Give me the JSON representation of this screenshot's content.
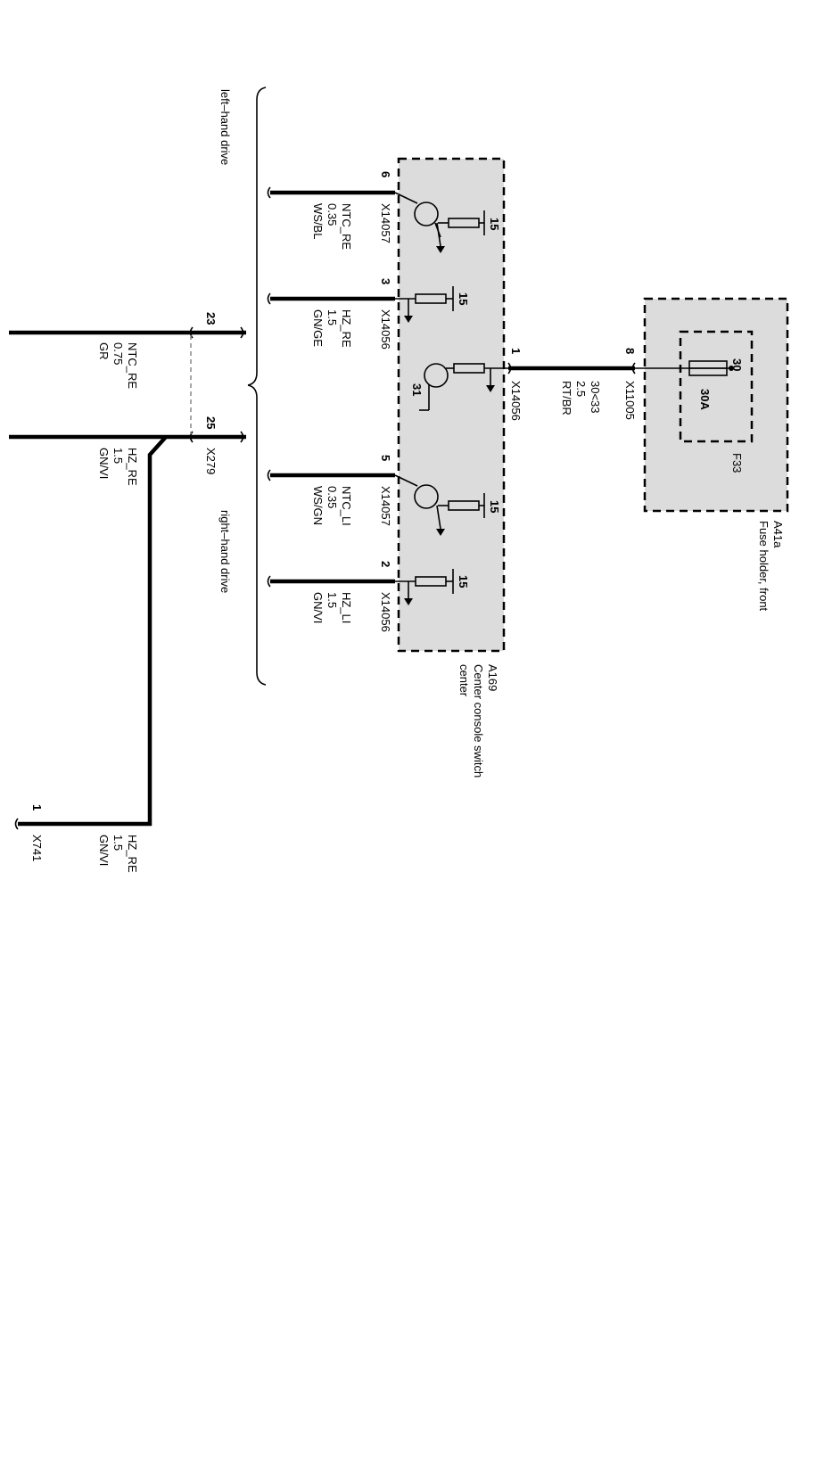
{
  "colors": {
    "module_fill": "#dcdcdc",
    "wire": "#000000",
    "background": "#ffffff",
    "dashed_link": "#888888"
  },
  "annotations": {
    "left_hand_drive": "left–hand drive",
    "right_hand_drive": "right–hand drive"
  },
  "modules": {
    "a169": {
      "id": "A169",
      "name_line1": "Center console switch",
      "name_line2": "center"
    },
    "a41a": {
      "id": "A41a",
      "name": "Fuse holder, front"
    }
  },
  "fuse": {
    "id": "F33",
    "rating": "30A",
    "terminal": "30"
  },
  "ground_terminal": "31",
  "terminal_15": "15",
  "wires": {
    "w6": {
      "pin": "6",
      "connector": "X14057",
      "signal": "NTC_RE",
      "gauge": "0.35",
      "color": "WS/BL"
    },
    "w3": {
      "pin": "3",
      "connector": "X14056",
      "signal": "HZ_RE",
      "gauge": "1.5",
      "color": "GN/GE"
    },
    "w1": {
      "pin": "1",
      "connector": "X14056",
      "signal": "30<33",
      "gauge": "2.5",
      "color": "RT/BR"
    },
    "w8": {
      "pin": "8",
      "connector": "X11005"
    },
    "w5": {
      "pin": "5",
      "connector": "X14057",
      "signal": "NTC_LI",
      "gauge": "0.35",
      "color": "WS/GN"
    },
    "w2": {
      "pin": "2",
      "connector": "X14056",
      "signal": "HZ_LI",
      "gauge": "1.5",
      "color": "GN/VI"
    }
  },
  "x279": {
    "connector": "X279",
    "pin23": "23",
    "pin25": "25",
    "wire23": {
      "signal": "NTC_RE",
      "gauge": "0.75",
      "color": "GR"
    },
    "wire25": {
      "signal": "HZ_RE",
      "gauge": "1.5",
      "color": "GN/VI"
    }
  },
  "x741": {
    "pin": "1",
    "connector": "X741",
    "signal": "HZ_RE",
    "gauge": "1.5",
    "color": "GN/VI"
  }
}
